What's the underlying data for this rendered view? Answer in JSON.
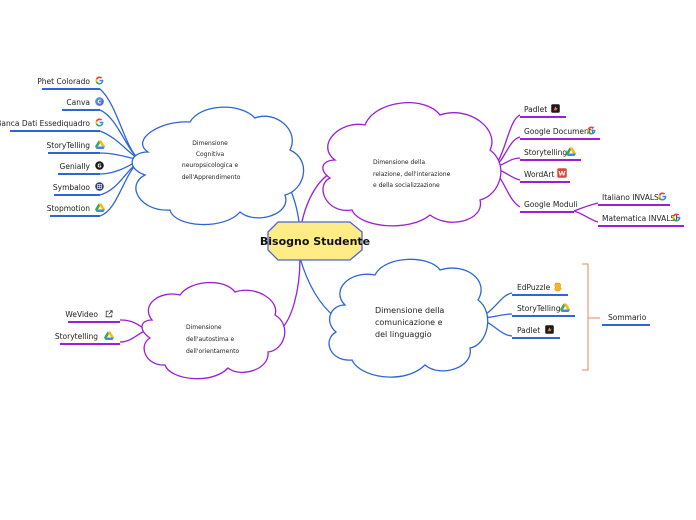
{
  "central": "Bisogno Studente",
  "colors": {
    "blue": "#2f66d6",
    "purple": "#9b1fd6",
    "orange": "#e8845a",
    "central_fill": "#ffec85",
    "central_stroke": "#4a63d9"
  },
  "branches": {
    "cognitiva": {
      "lines": [
        "Dimensione",
        "Cognitiva",
        "neuropsicologica e",
        "dell'Apprendimento"
      ],
      "items": [
        {
          "label": "Phet Colorado",
          "icon": "google-icon"
        },
        {
          "label": "Canva",
          "icon": "canva-icon"
        },
        {
          "label": "Banca Dati Essediquadro",
          "icon": "google-icon"
        },
        {
          "label": "StoryTelling",
          "icon": "google-drive-icon"
        },
        {
          "label": "Genially",
          "icon": "genially-icon"
        },
        {
          "label": "Symbaloo",
          "icon": "symbaloo-icon"
        },
        {
          "label": "Stopmotion",
          "icon": "google-drive-icon"
        }
      ]
    },
    "relazione": {
      "lines": [
        "Dimensione della",
        "relazione, dell'interazione",
        "e della socializzazione"
      ],
      "items": [
        {
          "label": "Padlet",
          "icon": "padlet-icon"
        },
        {
          "label": "Google Documenti",
          "icon": "google-icon"
        },
        {
          "label": "Storytelling",
          "icon": "google-drive-icon"
        },
        {
          "label": "WordArt",
          "icon": "wordart-icon"
        },
        {
          "label": "Google Moduli",
          "icon": ""
        }
      ],
      "subitems": [
        {
          "label": "Italiano INVALSI",
          "icon": "google-icon"
        },
        {
          "label": "Matematica INVALSI",
          "icon": "google-icon"
        }
      ]
    },
    "autostima": {
      "lines": [
        "Dimensione",
        "dell'autostima e",
        "dell'orientamento"
      ],
      "items": [
        {
          "label": "WeVideo",
          "icon": "external-link-icon"
        },
        {
          "label": "Storytelling",
          "icon": "google-drive-icon"
        }
      ]
    },
    "linguaggio": {
      "lines": [
        "Dimensione della",
        "comunicazione e",
        "del linguaggio"
      ],
      "items": [
        {
          "label": "EdPuzzle",
          "icon": "edpuzzle-icon"
        },
        {
          "label": "StoryTelling",
          "icon": "google-drive-icon"
        },
        {
          "label": "Padlet",
          "icon": "padlet-icon"
        }
      ],
      "summary": "Sommario"
    }
  }
}
